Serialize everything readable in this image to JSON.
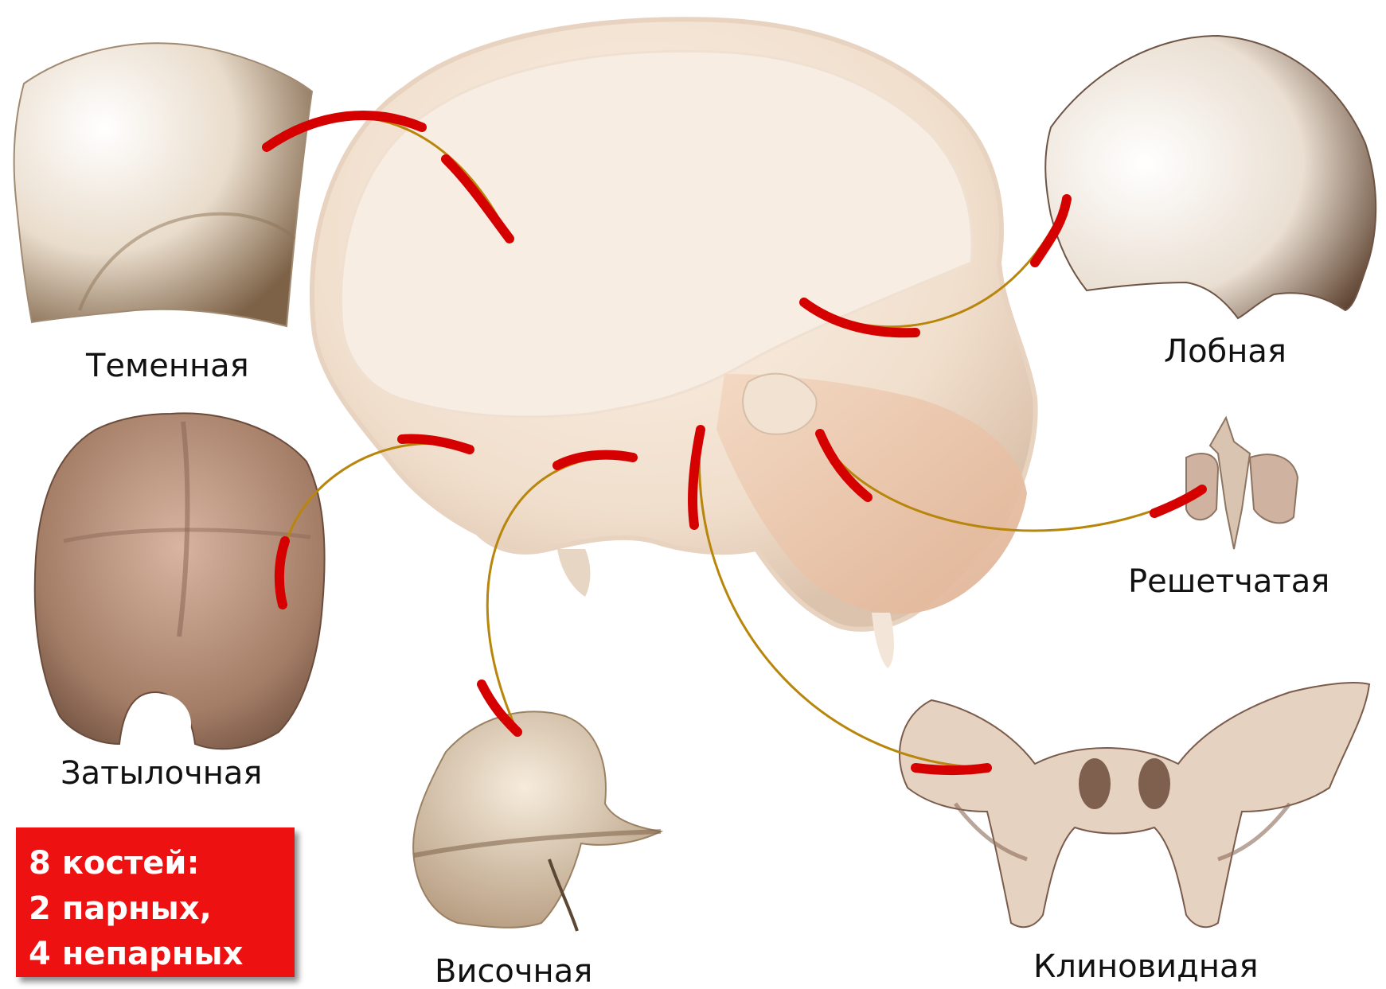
{
  "labels": {
    "parietal": "Теменная",
    "frontal": "Лобная",
    "ethmoid": "Решетчатая",
    "occipital": "Затылочная",
    "temporal": "Височная",
    "sphenoid": "Клиновидная"
  },
  "summary": {
    "line1": "8 костей:",
    "line2": "2 парных,",
    "line3": "4 непарных"
  },
  "colors": {
    "background": "#ffffff",
    "summary_box": "#ee1111",
    "arrow_red": "#d50000",
    "arrow_outline": "#b8860b",
    "bone_light": "#f4e6d6",
    "bone_dark": "#8a6a55"
  }
}
